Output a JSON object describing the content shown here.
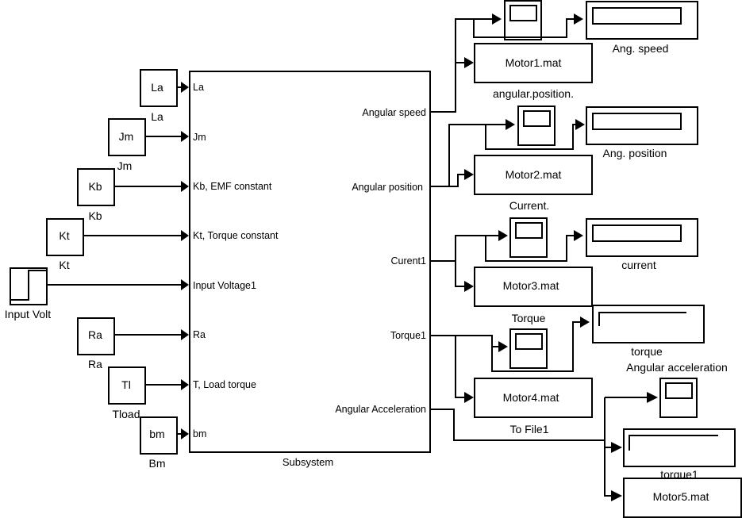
{
  "diagram": {
    "subsystem": {
      "name": "Subsystem",
      "inports": [
        "La",
        "Jm",
        "Kb, EMF constant",
        "Kt, Torque constant",
        "Input Voltage1",
        "Ra",
        "T, Load torque",
        "bm"
      ],
      "outports": [
        "Angular speed",
        "Angular  position",
        "Curent1",
        "Torque1",
        "Angular Acceleration"
      ]
    },
    "constants": [
      {
        "value": "La",
        "label": "La"
      },
      {
        "value": "Jm",
        "label": "Jm"
      },
      {
        "value": "Kb",
        "label": "Kb"
      },
      {
        "value": "Kt",
        "label": "Kt"
      },
      {
        "value": "Ra",
        "label": "Ra"
      },
      {
        "value": "Tl",
        "label": "Tload"
      },
      {
        "value": "bm",
        "label": "Bm"
      }
    ],
    "step_source": {
      "label": "Input Volt",
      "icon": "step-icon"
    },
    "to_file": [
      {
        "value": "Motor1.mat",
        "label": "angular.position."
      },
      {
        "value": "Motor2.mat",
        "label": "Current."
      },
      {
        "value": "Motor3.mat",
        "label": "Torque"
      },
      {
        "value": "Motor4.mat",
        "label": "To File1"
      },
      {
        "value": "Motor5.mat",
        "label": ""
      }
    ],
    "scopes": [
      {
        "label": "",
        "icon": "scope-icon"
      },
      {
        "label": "",
        "icon": "scope-icon"
      },
      {
        "label": "",
        "icon": "scope-icon"
      },
      {
        "label": "",
        "icon": "scope-icon"
      },
      {
        "label": "Angular acceleration",
        "icon": "scope-icon"
      }
    ],
    "displays": [
      {
        "label": "Ang. speed",
        "kind": "display"
      },
      {
        "label": "Ang. position",
        "kind": "display"
      },
      {
        "label": "current",
        "kind": "display"
      },
      {
        "label": "torque",
        "kind": "xy-graph"
      },
      {
        "label": "torque1",
        "kind": "xy-graph"
      }
    ]
  }
}
